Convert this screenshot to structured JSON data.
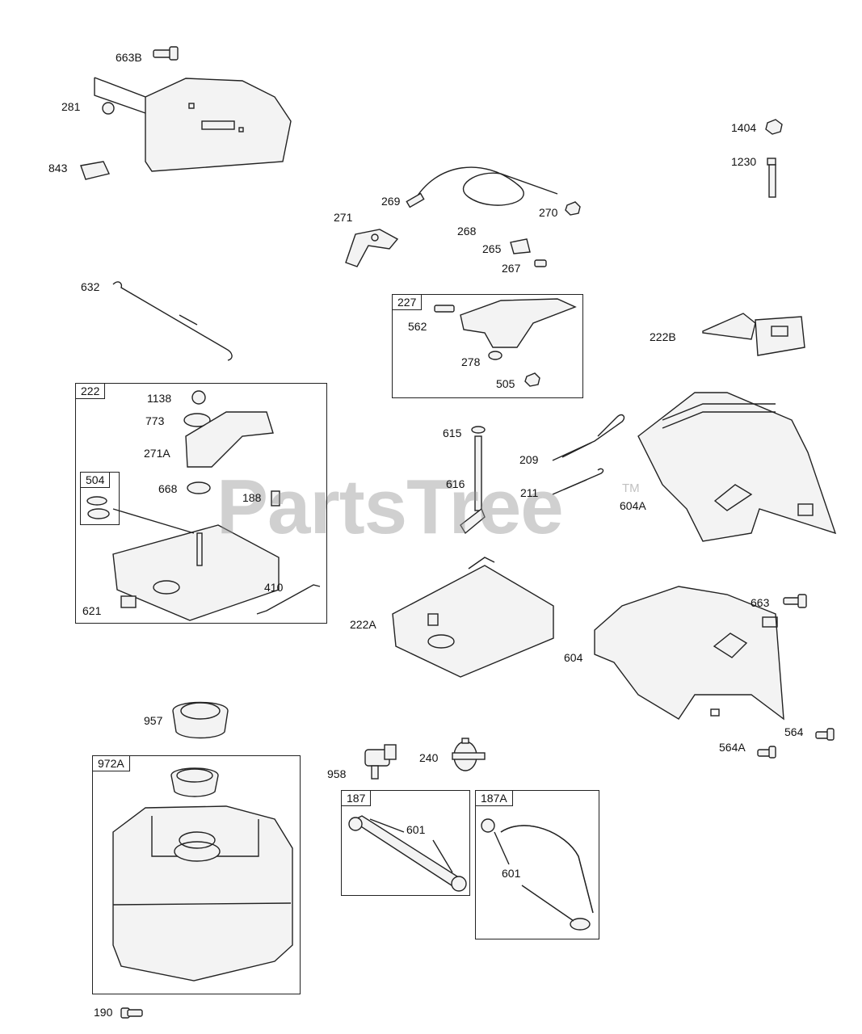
{
  "colors": {
    "watermark": "#969696",
    "line": "#222222",
    "part_fill": "#f3f3f3"
  },
  "watermark": {
    "text": "PartsTree",
    "tm": "TM"
  },
  "callouts": {
    "663B": "663B",
    "281": "281",
    "843": "843",
    "1404": "1404",
    "1230": "1230",
    "269": "269",
    "271": "271",
    "270": "270",
    "268": "268",
    "265": "265",
    "267": "267",
    "632": "632",
    "562": "562",
    "278": "278",
    "505": "505",
    "222B": "222B",
    "1138": "1138",
    "773": "773",
    "271A": "271A",
    "668": "668",
    "188": "188",
    "621": "621",
    "410": "410",
    "615": "615",
    "209": "209",
    "616": "616",
    "211": "211",
    "604A": "604A",
    "222A": "222A",
    "663": "663",
    "604": "604",
    "564": "564",
    "564A": "564A",
    "957": "957",
    "958": "958",
    "240": "240",
    "601a": "601",
    "601b": "601",
    "190": "190"
  },
  "boxes": {
    "box_227": "227",
    "box_222": "222",
    "box_504": "504",
    "box_972A": "972A",
    "box_187": "187",
    "box_187A": "187A"
  }
}
